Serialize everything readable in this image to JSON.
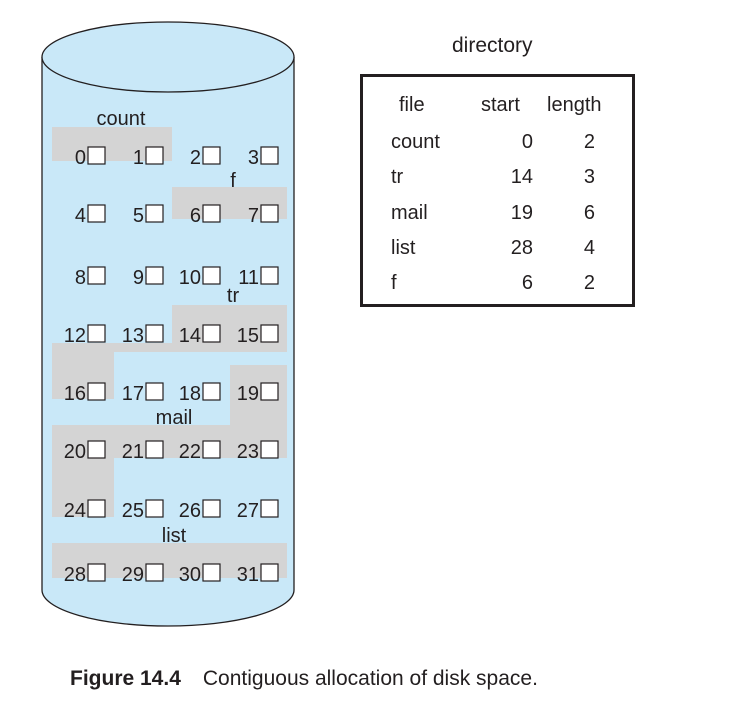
{
  "disk": {
    "colors": {
      "cylinder_fill": "#c9e8f8",
      "cylinder_stroke": "#231f20",
      "allocated": "#d4d4d4",
      "box_fill": "#ffffff"
    },
    "blocks": [
      "0",
      "1",
      "2",
      "3",
      "4",
      "5",
      "6",
      "7",
      "8",
      "9",
      "10",
      "11",
      "12",
      "13",
      "14",
      "15",
      "16",
      "17",
      "18",
      "19",
      "20",
      "21",
      "22",
      "23",
      "24",
      "25",
      "26",
      "27",
      "28",
      "29",
      "30",
      "31"
    ],
    "file_labels": [
      {
        "id": "count",
        "text": "count"
      },
      {
        "id": "f",
        "text": "f"
      },
      {
        "id": "tr",
        "text": "tr"
      },
      {
        "id": "mail",
        "text": "mail"
      },
      {
        "id": "list",
        "text": "list"
      }
    ]
  },
  "directory": {
    "title": "directory",
    "headers": {
      "file": "file",
      "start": "start",
      "length": "length"
    },
    "rows": [
      {
        "file": "count",
        "start": "0",
        "length": "2"
      },
      {
        "file": "tr",
        "start": "14",
        "length": "3"
      },
      {
        "file": "mail",
        "start": "19",
        "length": "6"
      },
      {
        "file": "list",
        "start": "28",
        "length": "4"
      },
      {
        "file": "f",
        "start": "6",
        "length": "2"
      }
    ]
  },
  "caption": {
    "number": "Figure 14.4",
    "text": "Contiguous allocation of disk space."
  }
}
